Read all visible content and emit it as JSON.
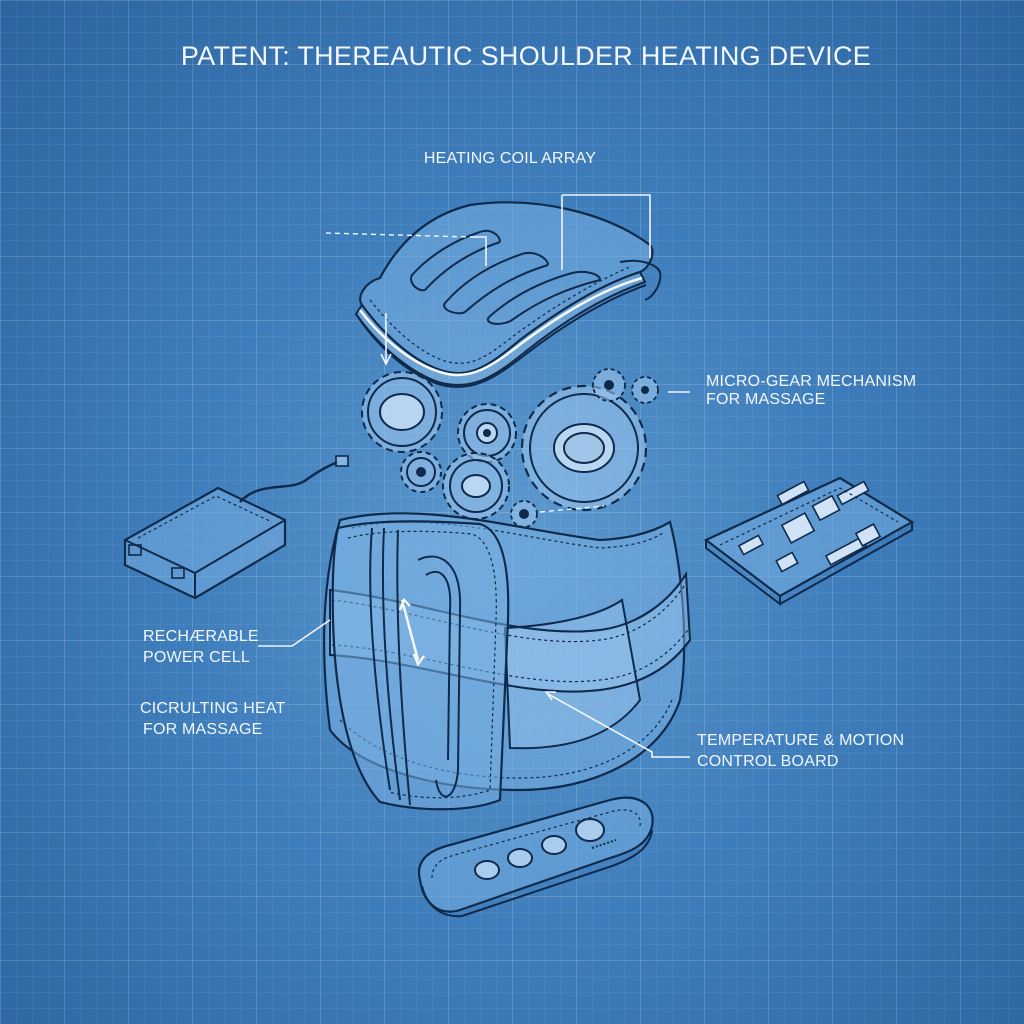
{
  "title": "PATENT: THEREAUTIC SHOULDER HEATING DEVICE",
  "labels": {
    "heating_coil": "HEATING COIL ARRAY",
    "micro_gear_line1": "MICRO-GEAR MECHANISM",
    "micro_gear_line2": "FOR MASSAGE",
    "power_cell_line1": "RECHÆRABLE",
    "power_cell_line2": "POWER CELL",
    "circulating_line1": "CICRULTING HEAT",
    "circulating_line2": "FOR MASSAGE",
    "control_board_line1": "TEMPERATURE & MOTION",
    "control_board_line2": "CONTROL BOARD"
  },
  "colors": {
    "background": "#3f7ebc",
    "line": "#eef5ff",
    "outline": "#0f2a4a"
  }
}
